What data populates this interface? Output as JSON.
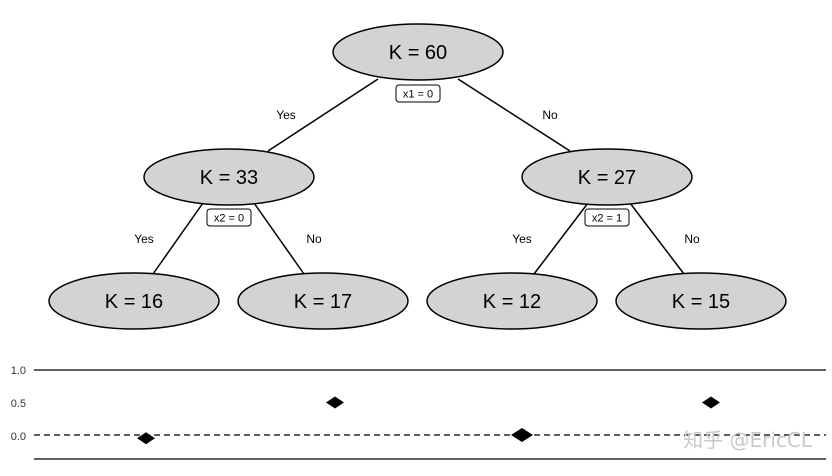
{
  "tree": {
    "nodes": {
      "root": "K = 60",
      "left": "K = 33",
      "right": "K = 27",
      "ll": "K = 16",
      "lr": "K = 17",
      "rl": "K = 12",
      "rr": "K = 15"
    },
    "splits": {
      "root": "x1 = 0",
      "left": "x2 = 0",
      "right": "x2 = 1"
    },
    "edge_labels": {
      "yes": "Yes",
      "no": "No"
    }
  },
  "strip": {
    "ticks": [
      "1.0",
      "0.5",
      "0.0"
    ],
    "points": [
      {
        "leaf": "K = 16",
        "value": -0.05
      },
      {
        "leaf": "K = 17",
        "value": 0.5
      },
      {
        "leaf": "K = 12",
        "value": 0.0
      },
      {
        "leaf": "K = 15",
        "value": 0.5
      }
    ]
  },
  "watermark": "知乎 @EricCL"
}
